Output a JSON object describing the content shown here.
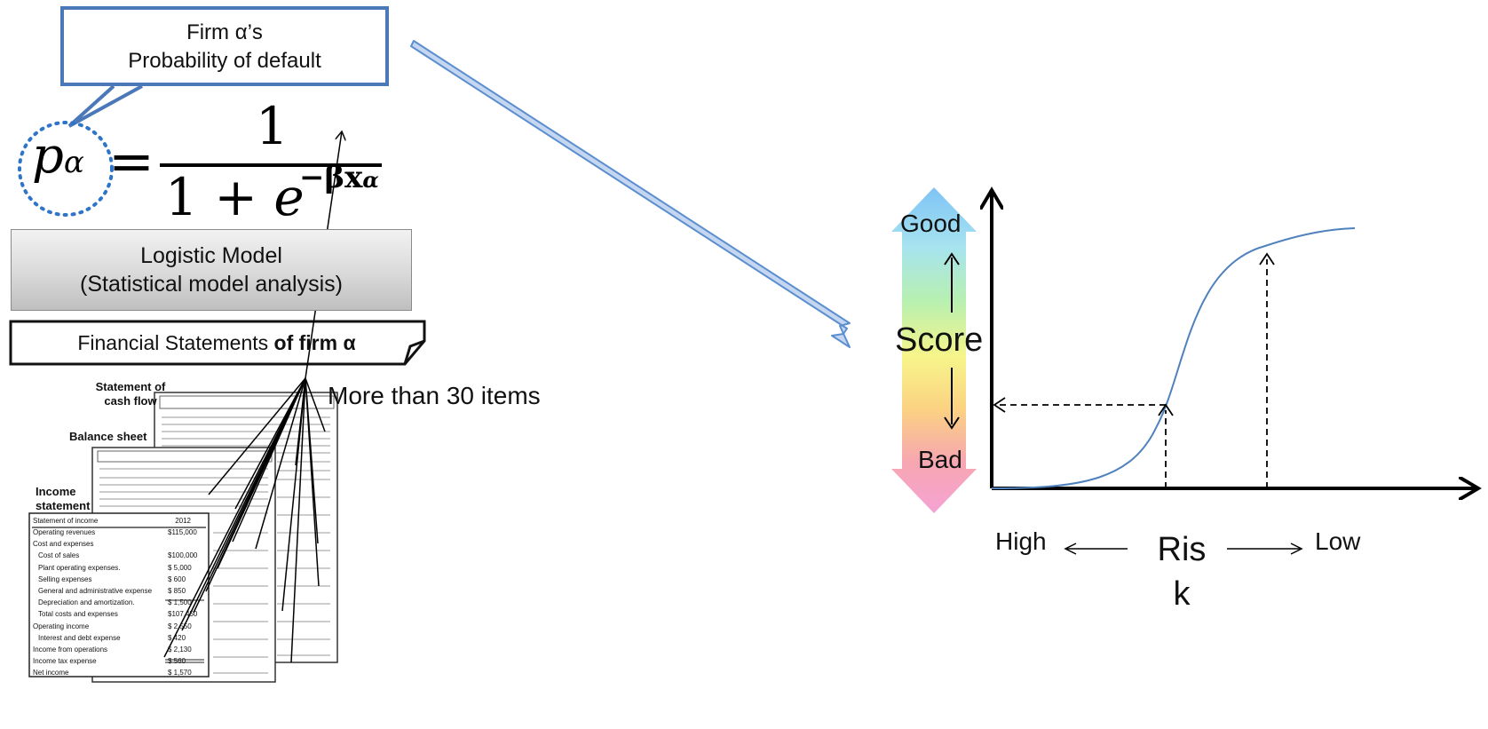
{
  "callout": {
    "line1": "Firm α’s",
    "line2": "Probability of default"
  },
  "equation": {
    "lhs": "p",
    "lhs_sub": "α",
    "equals": "=",
    "numerator": "1",
    "denom_one": "1 + ",
    "e": "e",
    "exp": "−βx",
    "exp_sub": "α"
  },
  "model_box": {
    "line1": "Logistic Model",
    "line2": "(Statistical model analysis)"
  },
  "statements_label": {
    "normal": "Financial Statements ",
    "bold": "of firm α"
  },
  "items_note": "More than 30 items",
  "documents": {
    "cash_flow": "Statement of cash flow",
    "balance_sheet": "Balance sheet",
    "income_statement": "Income statement",
    "income_title": "Statement of income",
    "income_year": "2012",
    "income_rows": [
      {
        "label": "Operating revenues",
        "value": "$115,000"
      },
      {
        "label": "Cost and expenses",
        "value": ""
      },
      {
        "label": "Cost of sales",
        "value": "$100,000"
      },
      {
        "label": "Plant operating expenses.",
        "value": "$ 5,000"
      },
      {
        "label": "Selling expenses",
        "value": "$ 600"
      },
      {
        "label": "General and administrative expense",
        "value": "$ 850"
      },
      {
        "label": "Depreciation and amortization.",
        "value": "$ 1,500"
      },
      {
        "label": "Total costs and expenses",
        "value": "$107,450"
      },
      {
        "label": "Operating income",
        "value": "$ 2,550"
      },
      {
        "label": "Interest and debt expense",
        "value": "$ 420"
      },
      {
        "label": "Income from operations",
        "value": "$ 2,130"
      },
      {
        "label": "Income tax expense",
        "value": "$ 560"
      },
      {
        "label": "Net income",
        "value": "$ 1,570"
      }
    ]
  },
  "score_bar": {
    "good": "Good",
    "score": "Score",
    "bad": "Bad"
  },
  "axis": {
    "high": "High",
    "risk": "Risk",
    "low": "Low"
  },
  "colors": {
    "callout_border": "#4a78b8",
    "arrow_fill": "#c5d7f0",
    "curve": "#4f81bd"
  }
}
